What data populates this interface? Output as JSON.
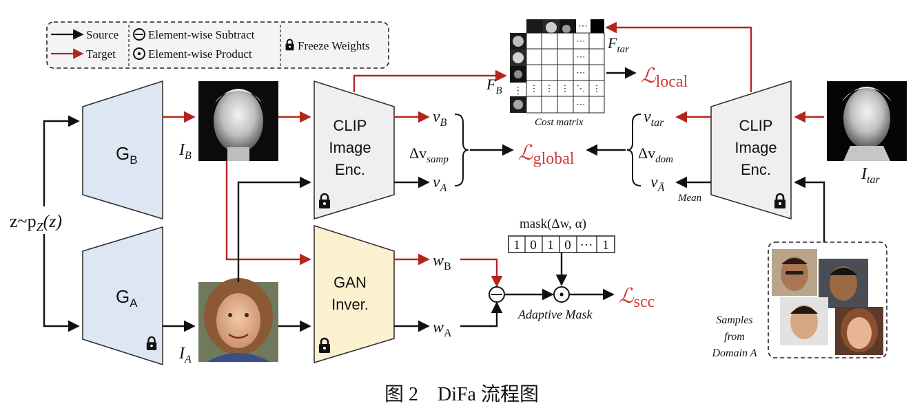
{
  "legend": {
    "source": "Source",
    "target": "Target",
    "subtract": "Element-wise Subtract",
    "product": "Element-wise Product",
    "freeze": "Freeze Weights"
  },
  "latent": "z~p",
  "latent_sub": "Z",
  "latent_tail": "(z)",
  "generators": {
    "gb": "G",
    "gb_sub": "B",
    "ga": "G",
    "ga_sub": "A"
  },
  "images": {
    "ib": "I",
    "ib_sub": "B",
    "ia": "I",
    "ia_sub": "A",
    "itar": "I",
    "itar_sub": "tar"
  },
  "encoders": {
    "clip_left": [
      "CLIP",
      "Image",
      "Enc."
    ],
    "gan_inv": [
      "GAN",
      "Inver."
    ],
    "clip_right": [
      "CLIP",
      "Image",
      "Enc."
    ]
  },
  "vectors": {
    "vb": "v",
    "vb_sub": "B",
    "va": "v",
    "va_sub": "A",
    "dv_samp": "Δv",
    "dv_samp_sub": "samp",
    "vtar": "v",
    "vtar_sub": "tar",
    "dv_dom": "Δv",
    "dv_dom_sub": "dom",
    "vabar": "v",
    "vabar_sub": "Ā",
    "mean": "Mean",
    "wb": "w",
    "wb_sub": "B",
    "wa": "w",
    "wa_sub": "A"
  },
  "losses": {
    "local": "local",
    "global": "global",
    "scc": "scc",
    "symbol": "ℒ"
  },
  "cost_matrix": {
    "label": "Cost matrix",
    "fb": "F",
    "fb_sub": "B",
    "ftar": "F",
    "ftar_sub": "tar",
    "dots": "⋯"
  },
  "mask": {
    "label": "mask(Δw, α)",
    "cells": [
      "1",
      "0",
      "1",
      "0",
      "···",
      "1"
    ],
    "adaptive": "Adaptive Mask"
  },
  "samples": [
    "Samples",
    "from",
    "Domain A"
  ],
  "caption": "图 2    DiFa 流程图",
  "colors": {
    "target_red": "#b3261e",
    "loss_red": "#d43a3a",
    "generator_blue": "#dde7f4",
    "encoder_gray": "#efefef",
    "gan_yellow": "#fbf0cf"
  }
}
